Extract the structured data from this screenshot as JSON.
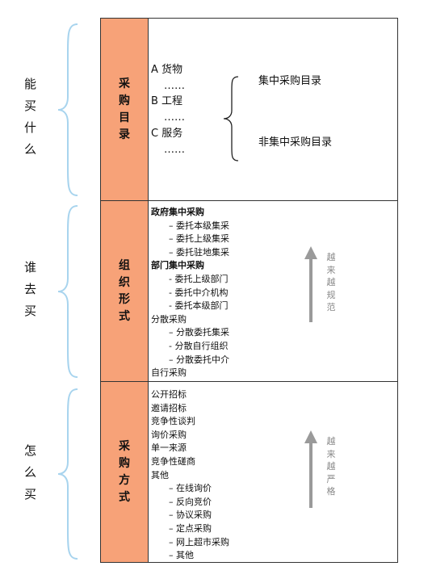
{
  "questions": [
    {
      "id": "what",
      "label": "能买什么"
    },
    {
      "id": "who",
      "label": "谁去买"
    },
    {
      "id": "how",
      "label": "怎么买"
    }
  ],
  "sections": {
    "catalog": {
      "header": "采购目录",
      "items": [
        {
          "text": "A 货物",
          "level": 0
        },
        {
          "text": "……",
          "level": 1
        },
        {
          "text": "B 工程",
          "level": 0
        },
        {
          "text": "……",
          "level": 1
        },
        {
          "text": "C 服务",
          "level": 0
        },
        {
          "text": "……",
          "level": 1
        }
      ],
      "branches": [
        "集中采购目录",
        "非集中采购目录"
      ]
    },
    "organization": {
      "header": "组织形式",
      "items": [
        {
          "text": "政府集中采购",
          "level": 0,
          "bold": true
        },
        {
          "text": "– 委托本级集采",
          "level": 1
        },
        {
          "text": "– 委托上级集采",
          "level": 1
        },
        {
          "text": "– 委托驻地集采",
          "level": 1
        },
        {
          "text": "部门集中采购",
          "level": 0,
          "bold": true
        },
        {
          "text": "- 委托上级部门",
          "level": 1
        },
        {
          "text": "- 委托中介机构",
          "level": 1
        },
        {
          "text": "- 委托本级部门",
          "level": 1
        },
        {
          "text": "分散采购",
          "level": 0
        },
        {
          "text": "– 分散委托集采",
          "level": 1
        },
        {
          "text": "- 分散自行组织",
          "level": 1
        },
        {
          "text": "– 分散委托中介",
          "level": 1
        },
        {
          "text": "自行采购",
          "level": 0
        }
      ],
      "arrow_label": "越来越规范"
    },
    "method": {
      "header": "采购方式",
      "items": [
        {
          "text": "公开招标",
          "level": 0
        },
        {
          "text": "邀请招标",
          "level": 0
        },
        {
          "text": "竞争性谈判",
          "level": 0
        },
        {
          "text": "询价采购",
          "level": 0
        },
        {
          "text": "单一来源",
          "level": 0
        },
        {
          "text": "竞争性磋商",
          "level": 0
        },
        {
          "text": "其他",
          "level": 0
        },
        {
          "text": "– 在线询价",
          "level": 1
        },
        {
          "text": "– 反向竞价",
          "level": 1
        },
        {
          "text": "– 协议采购",
          "level": 1
        },
        {
          "text": "– 定点采购",
          "level": 1
        },
        {
          "text": "– 网上超市采购",
          "level": 1
        },
        {
          "text": "– 其他",
          "level": 1
        }
      ],
      "arrow_label": "越来越严格"
    }
  },
  "colors": {
    "header_fill": "#f7a278",
    "brace": "#a8d4ee",
    "arrow": "#9a9a9a",
    "border": "#333333"
  }
}
